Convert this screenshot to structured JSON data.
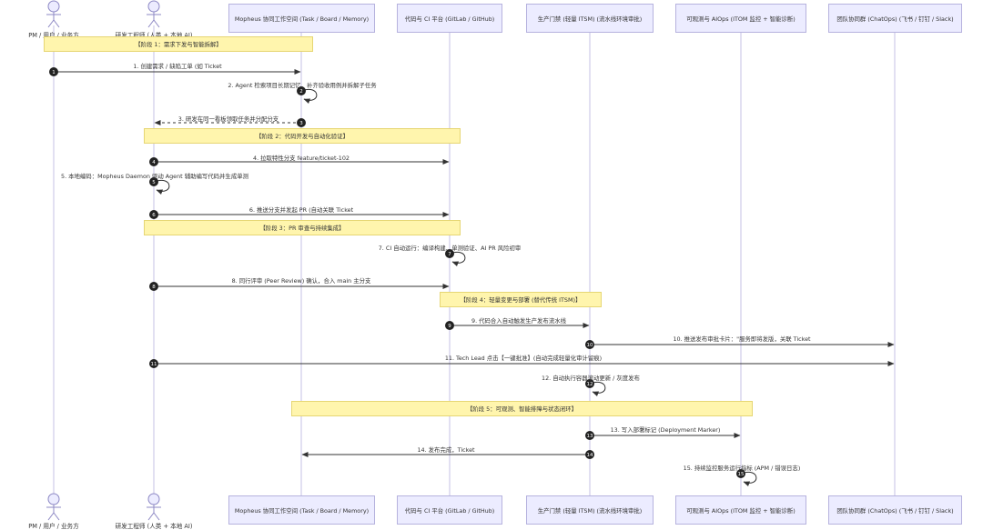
{
  "actors": [
    {
      "id": "pm",
      "label": "PM / 用户 / 业务方"
    },
    {
      "id": "dev",
      "label": "研发工程师 (人类 + 本地 AI)"
    }
  ],
  "participants": [
    {
      "id": "mop",
      "label": "Mopheus 协同工作空间 (Task / Board / Memory)"
    },
    {
      "id": "ci",
      "label": "代码与 CI 平台 (GitLab / GitHub)"
    },
    {
      "id": "itsm",
      "label": "生产门禁 (轻量 ITSM) (流水线环境审批)"
    },
    {
      "id": "aiops",
      "label": "可观测与 AIOps (ITOM 监控 + 智能诊断)"
    },
    {
      "id": "chat",
      "label": "团队协同群 (ChatOps) (飞书 / 钉钉 / Slack)"
    }
  ],
  "notes": [
    {
      "id": "stage1",
      "text": "【阶段 1：需求下发与智能拆解】"
    },
    {
      "id": "stage2",
      "text": "【阶段 2：代码开发与自动化验证】"
    },
    {
      "id": "stage3",
      "text": "【阶段 3：PR 审查与持续集成】"
    },
    {
      "id": "stage4",
      "text": "【阶段 4：轻量变更与部署 (替代传统 ITSM)】"
    },
    {
      "id": "stage5",
      "text": "【阶段 5：可观测、智能排障与状态闭环】"
    }
  ],
  "messages": [
    {
      "n": "1",
      "text": "1. 创建需求 / 缺陷工单 (如 Ticket"
    },
    {
      "n": "2",
      "text": "2. Agent 检索项目长期记忆，补齐验收用例并拆解子任务"
    },
    {
      "n": "3",
      "text": "3. 研发在同一看板领取任务并分配分支"
    },
    {
      "n": "4",
      "text": "4. 拉取特性分支 feature/ticket-102"
    },
    {
      "n": "5",
      "text": "5. 本地编码：Mopheus Daemon 驱动 Agent 辅助编写代码并生成单测"
    },
    {
      "n": "6",
      "text": "6. 推送分支并发起 PR (自动关联 Ticket"
    },
    {
      "n": "7",
      "text": "7. CI 自动运行：编译构建、单测验证、AI PR 风险初审"
    },
    {
      "n": "8",
      "text": "8. 同行评审 (Peer Review) 确认，合入 main 主分支"
    },
    {
      "n": "9",
      "text": "9. 代码合入自动触发生产发布流水线"
    },
    {
      "n": "10",
      "text": "10. 推送发布审批卡片：\"服务即将发版，关联 Ticket"
    },
    {
      "n": "11",
      "text": "11. Tech Lead 点击【一键批准】(自动完成轻量化审计留痕)"
    },
    {
      "n": "12",
      "text": "12. 自动执行容器滚动更新 / 灰度发布"
    },
    {
      "n": "13",
      "text": "13. 写入部署标记 (Deployment Marker)"
    },
    {
      "n": "14",
      "text": "14. 发布完成，Ticket"
    },
    {
      "n": "15",
      "text": "15. 持续监控服务运行指标 (APM / 错误日志)"
    }
  ],
  "colors": {
    "lifeline": "#c4c0e4",
    "participant_fill": "#ECECFF",
    "participant_border": "#b6b2de",
    "note_fill": "#fff5ad",
    "note_border": "#e6d674",
    "arrow": "#333333",
    "badge": "#222222"
  }
}
